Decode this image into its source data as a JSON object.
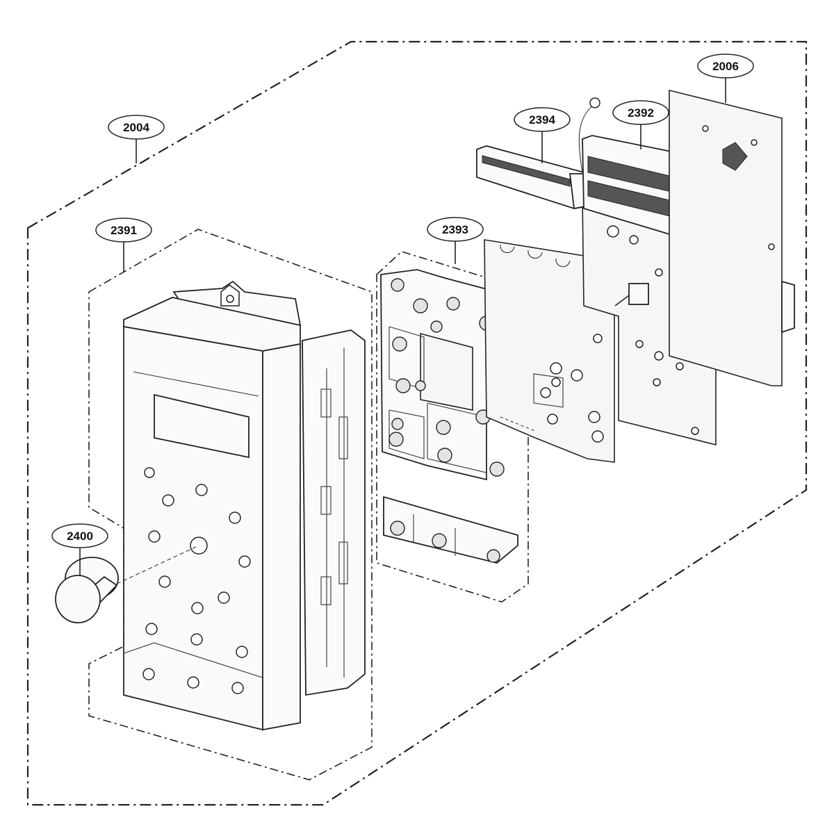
{
  "diagram": {
    "callouts": [
      {
        "id": "2004",
        "text": "2004"
      },
      {
        "id": "2391",
        "text": "2391"
      },
      {
        "id": "2400",
        "text": "2400"
      },
      {
        "id": "2393",
        "text": "2393"
      },
      {
        "id": "2394",
        "text": "2394"
      },
      {
        "id": "2392",
        "text": "2392"
      },
      {
        "id": "2006",
        "text": "2006"
      }
    ]
  }
}
